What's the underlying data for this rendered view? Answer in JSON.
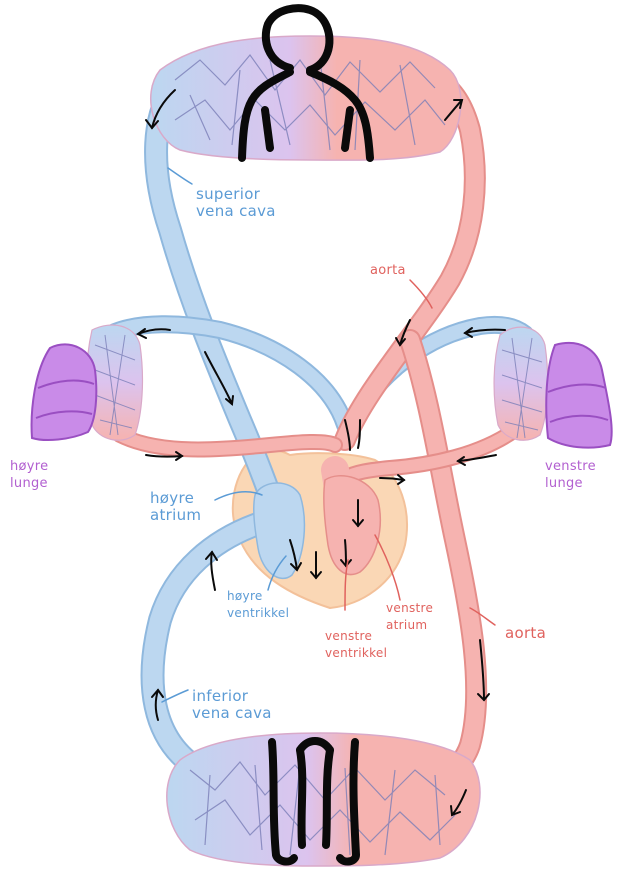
{
  "colors": {
    "vein": "#bcd7f0",
    "vein_edge": "#8fb8de",
    "artery": "#f6b3b0",
    "artery_edge": "#e58e8a",
    "capillary_mix": "#dcc3ee",
    "lung": "#c98be8",
    "lung_dark": "#9a4fc2",
    "heart": "#fad7b5",
    "outline": "#0a0a0a",
    "label_blue": "#5b9bd5",
    "label_red": "#e0625e",
    "label_purple": "#b25fd0"
  },
  "labels": {
    "superior_vena_cava": "superior\nvena cava",
    "aorta_top": "aorta",
    "hoyre_lunge": "høyre\nlunge",
    "venstre_lunge": "venstre\nlunge",
    "hoyre_atrium": "høyre\natrium",
    "hoyre_ventrikkel": "høyre\nventrikkel",
    "venstre_atrium": "venstre\natrium",
    "venstre_ventrikkel": "venstre\nventrikkel",
    "aorta_right": "aorta",
    "inferior_vena_cava": "inferior\nvena cava"
  }
}
